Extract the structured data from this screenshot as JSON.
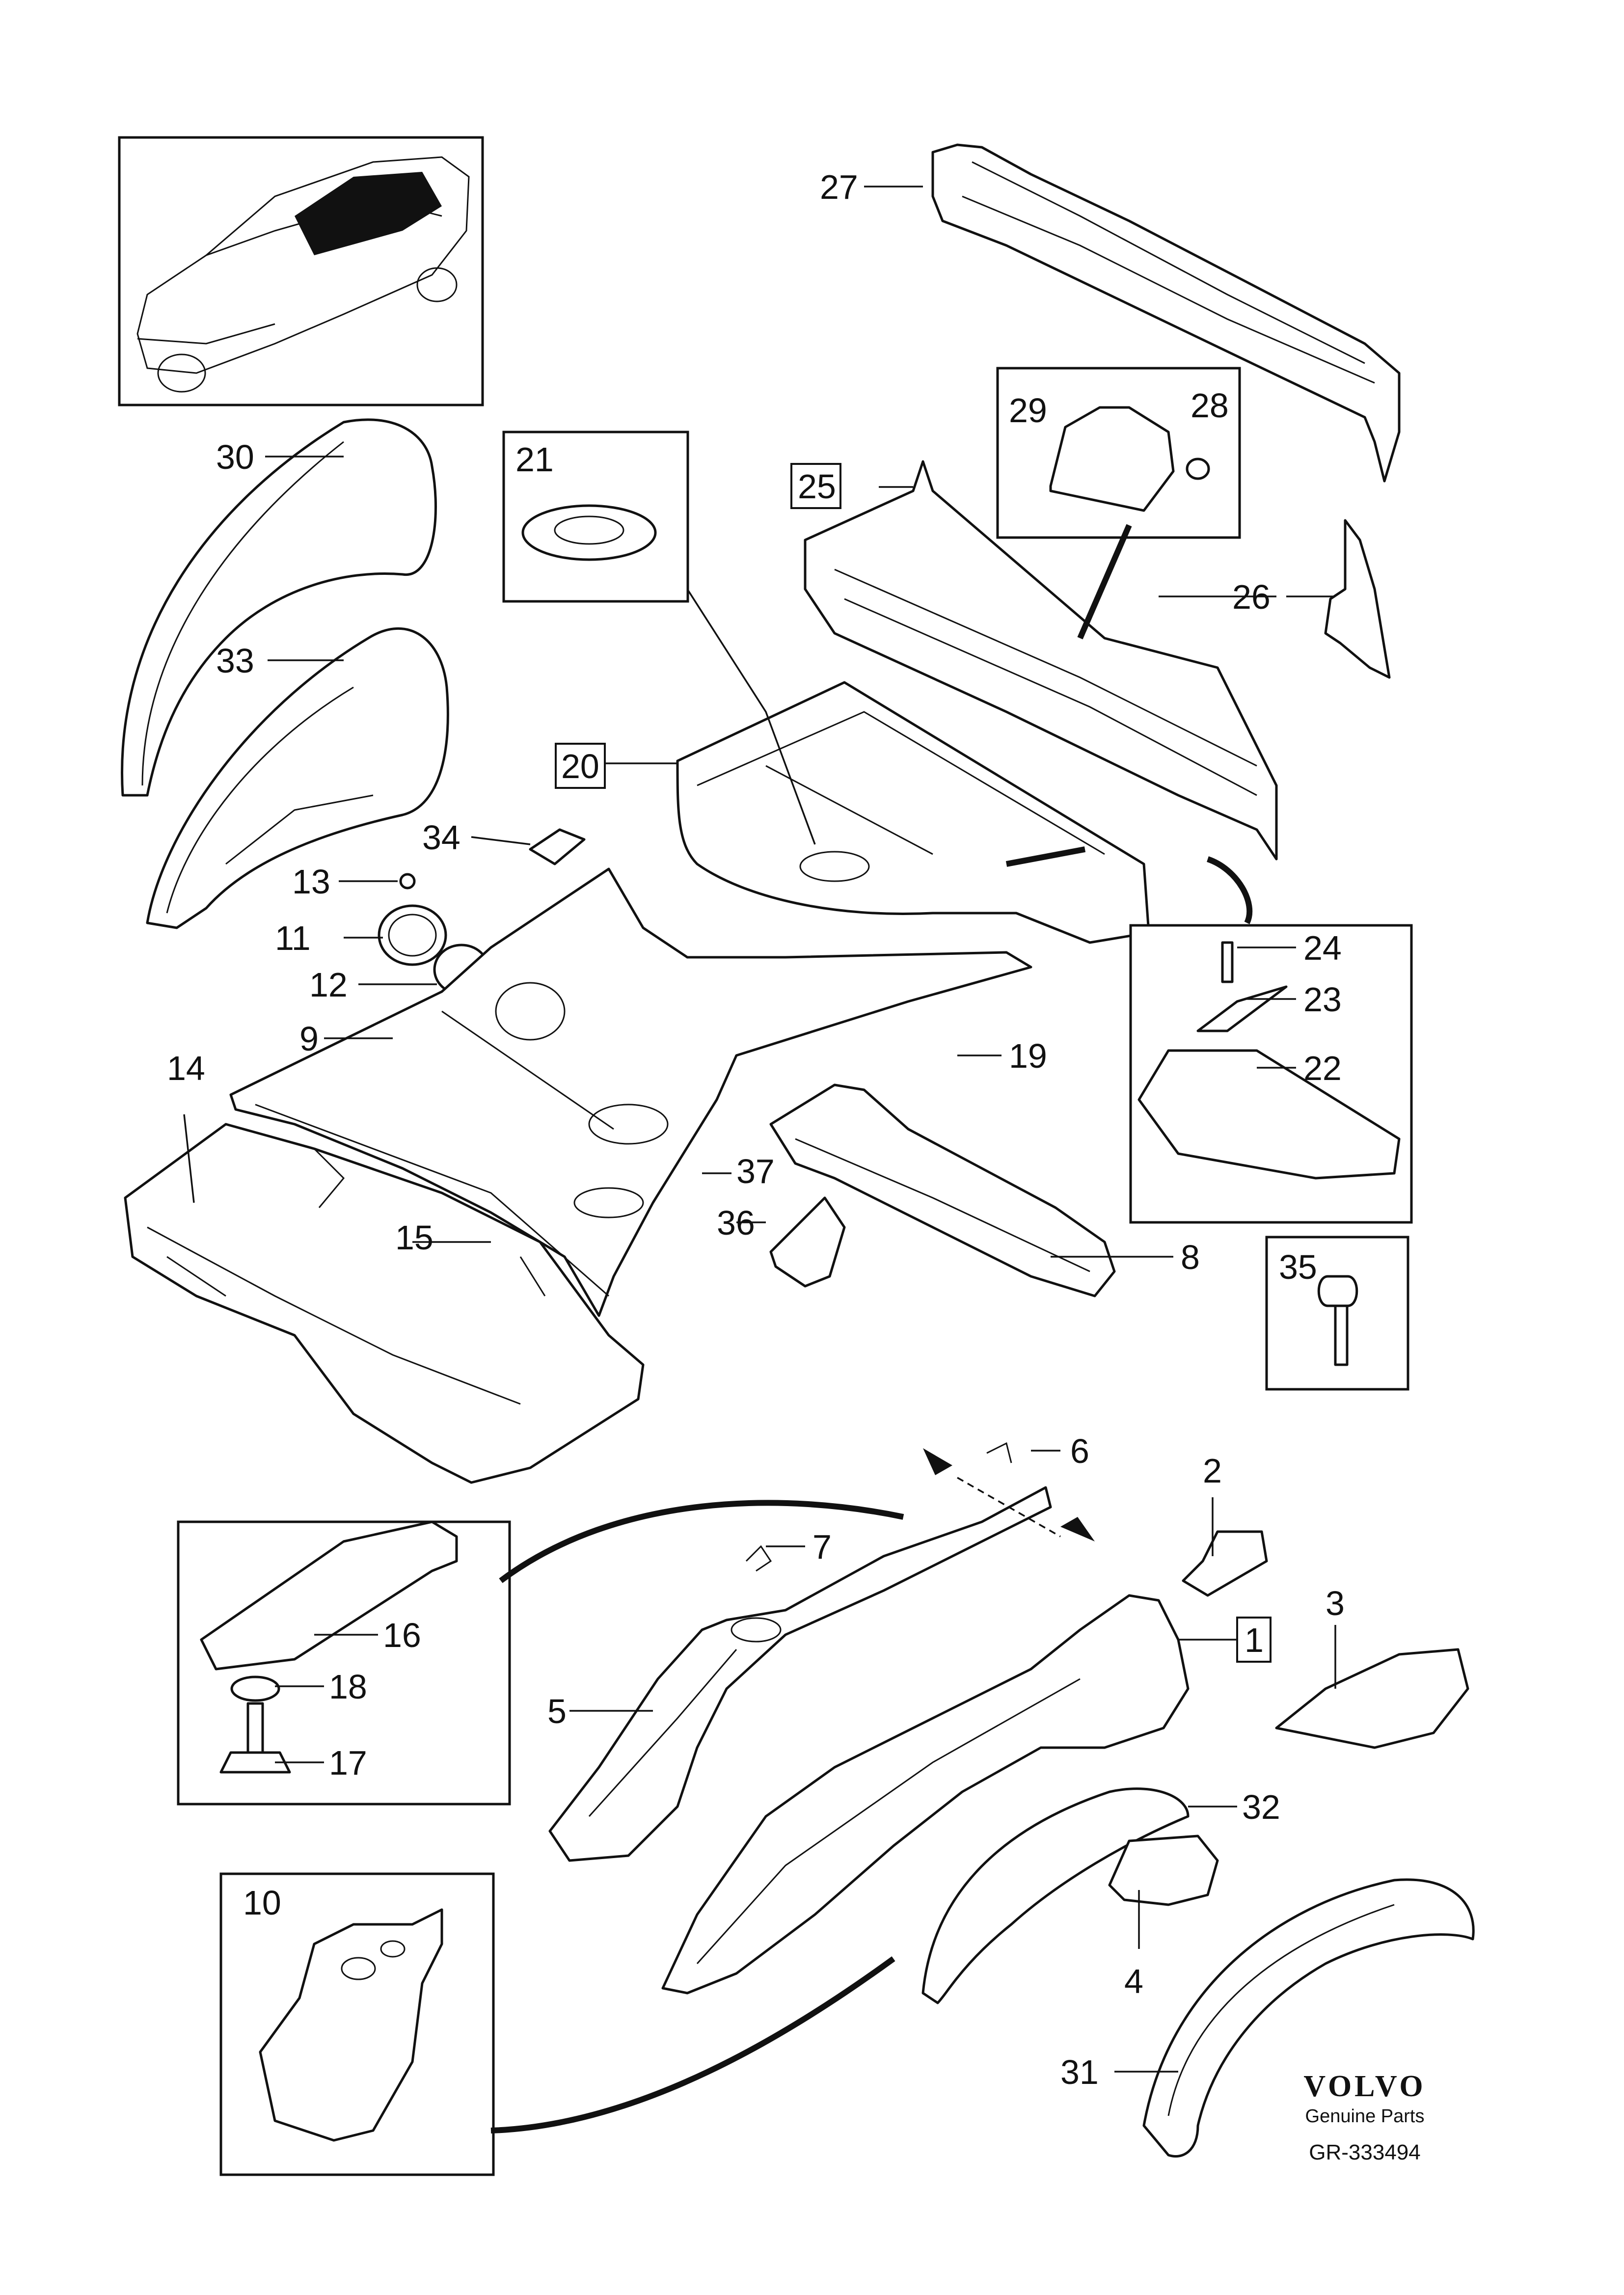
{
  "labels": {
    "l1": "1",
    "l2": "2",
    "l3": "3",
    "l4": "4",
    "l5": "5",
    "l6": "6",
    "l7": "7",
    "l8": "8",
    "l9": "9",
    "l10": "10",
    "l11": "11",
    "l12": "12",
    "l13": "13",
    "l14": "14",
    "l15": "15",
    "l16": "16",
    "l17": "17",
    "l18": "18",
    "l19": "19",
    "l20": "20",
    "l21": "21",
    "l22": "22",
    "l23": "23",
    "l24": "24",
    "l25": "25",
    "l26": "26",
    "l27": "27",
    "l28": "28",
    "l29": "29",
    "l30": "30",
    "l31": "31",
    "l32": "32",
    "l33": "33",
    "l34": "34",
    "l35": "35",
    "l36": "36",
    "l37": "37"
  },
  "brand": {
    "logo": "VOLVO",
    "subtitle": "Genuine Parts"
  },
  "reference": "GR-333494"
}
